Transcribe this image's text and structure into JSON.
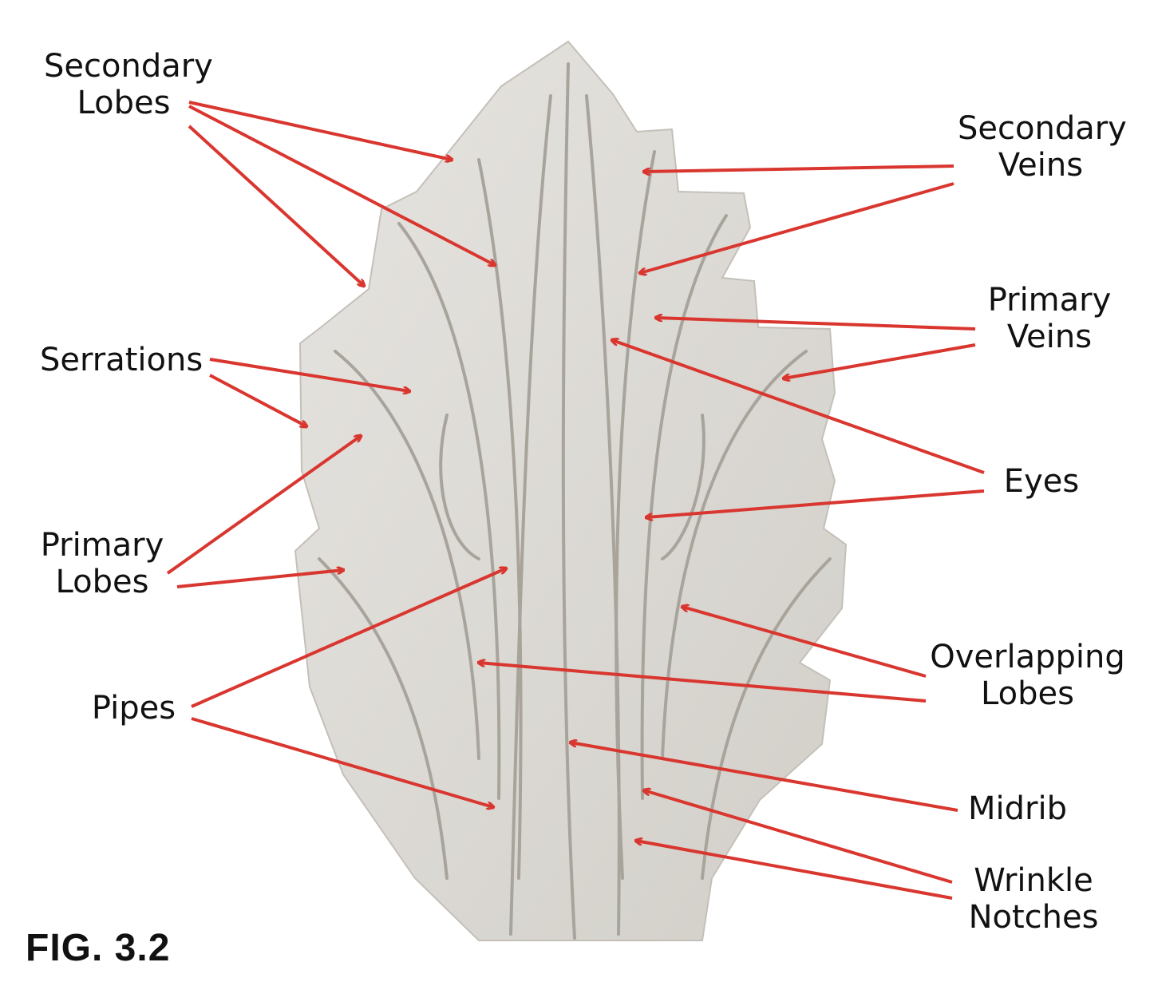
{
  "figure_label": "FIG. 3.2",
  "colors": {
    "arrow": "#d9362f",
    "carving": "#dddbd6",
    "groove": "#a8a49c",
    "text": "#111111"
  },
  "labels": [
    {
      "id": "secondary-lobes",
      "lines": [
        "Secondary",
        "Lobes"
      ]
    },
    {
      "id": "secondary-veins",
      "lines": [
        "Secondary",
        "Veins"
      ]
    },
    {
      "id": "primary-veins",
      "lines": [
        "Primary",
        "Veins"
      ]
    },
    {
      "id": "serrations",
      "lines": [
        "Serrations"
      ]
    },
    {
      "id": "eyes",
      "lines": [
        "Eyes"
      ]
    },
    {
      "id": "primary-lobes",
      "lines": [
        "Primary",
        "Lobes"
      ]
    },
    {
      "id": "pipes",
      "lines": [
        "Pipes"
      ]
    },
    {
      "id": "overlapping-lobes",
      "lines": [
        "Overlapping",
        "Lobes"
      ]
    },
    {
      "id": "midrib",
      "lines": [
        "Midrib"
      ]
    },
    {
      "id": "wrinkle-notches",
      "lines": [
        "Wrinkle",
        "Notches"
      ]
    }
  ]
}
